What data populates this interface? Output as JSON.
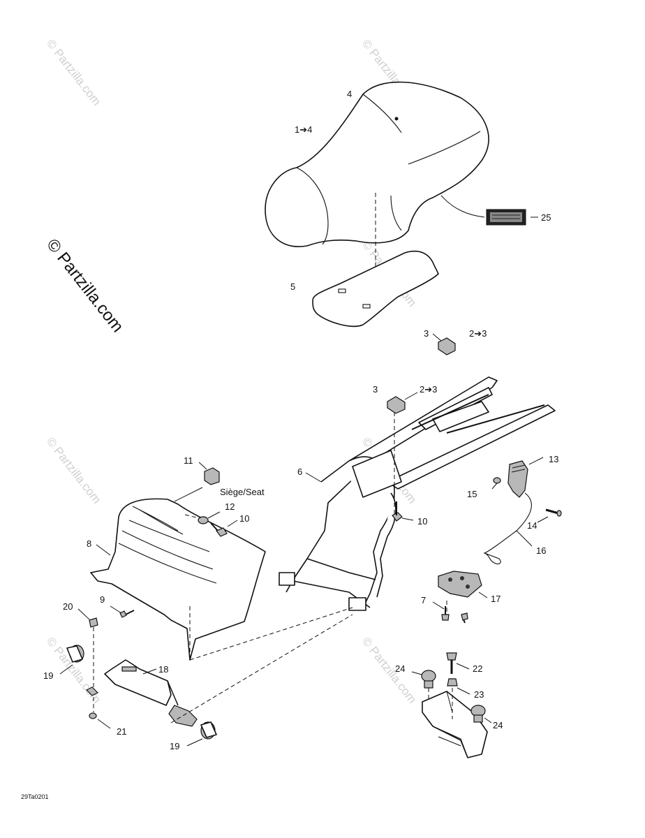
{
  "watermark": {
    "text": "© Partzilla.com",
    "main_text": "© Partzilla.com"
  },
  "callouts": {
    "c1": "4",
    "c2": "1➔4",
    "c3": "25",
    "c4": "5",
    "c5": "3",
    "c6": "2➔3",
    "c7": "3",
    "c8": "2➔3",
    "c9": "11",
    "c10": "Siège/Seat",
    "c11": "12",
    "c12": "10",
    "c13": "6",
    "c14": "10",
    "c15": "13",
    "c16": "15",
    "c17": "14",
    "c18": "16",
    "c19": "8",
    "c20": "9",
    "c21": "20",
    "c22": "17",
    "c23": "7",
    "c24": "18",
    "c25": "19",
    "c26": "21",
    "c27": "19",
    "c28": "22",
    "c29": "24",
    "c30": "23",
    "c31": "24"
  },
  "reference_code": "29Ta0201"
}
